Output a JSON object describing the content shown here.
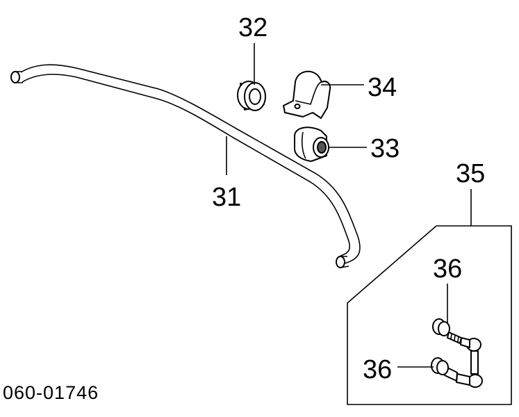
{
  "diagram": {
    "drawing_code": "060-01746",
    "callouts": {
      "stabilizer_bar": "31",
      "bushing": "32",
      "insulator": "33",
      "bracket": "34",
      "link_kit": "35",
      "link_upper_bushing": "36",
      "link_lower_bushing": "36"
    },
    "colors": {
      "line": "#000000",
      "background": "#ffffff"
    }
  }
}
